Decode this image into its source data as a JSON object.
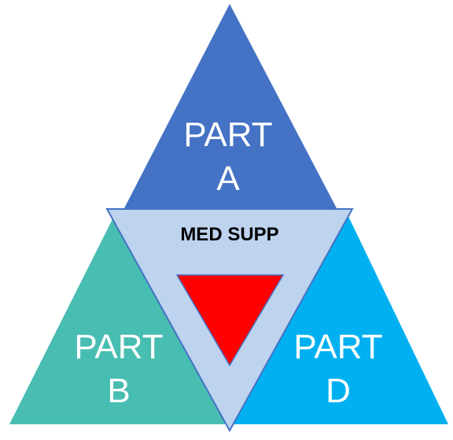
{
  "diagram": {
    "part_a": {
      "line1": "PART",
      "line2": "A",
      "color": "#4472C4"
    },
    "part_b": {
      "line1": "PART",
      "line2": "B",
      "color": "#48BDB1"
    },
    "part_d": {
      "line1": "PART",
      "line2": "D",
      "color": "#00B0F0"
    },
    "center": {
      "label": "MED SUPP",
      "color": "#BDD3EE",
      "outline": "#4472C4"
    },
    "inner": {
      "color": "#FF0000"
    }
  }
}
